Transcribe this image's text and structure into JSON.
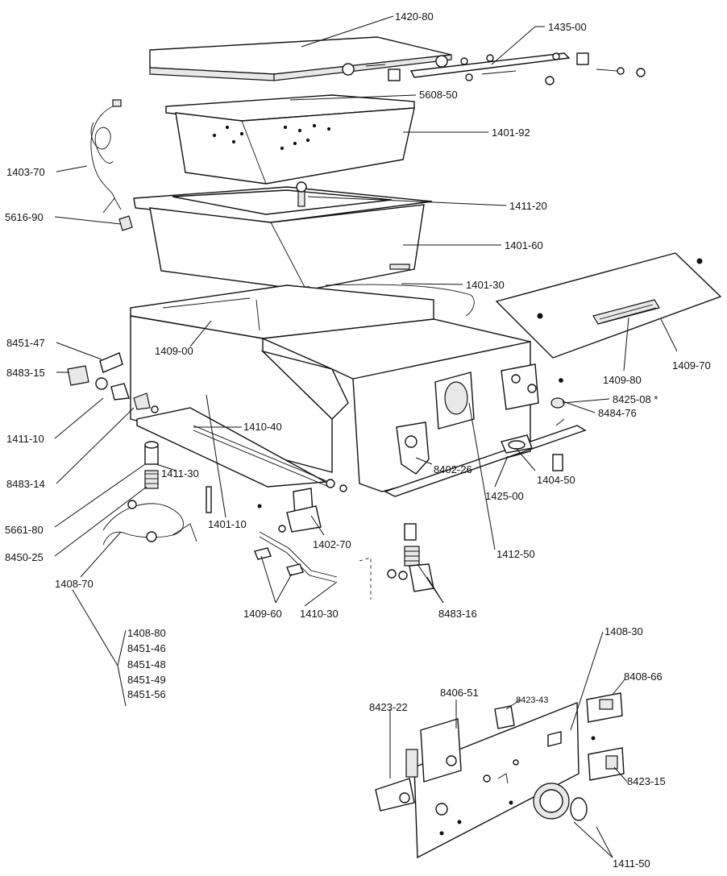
{
  "labels": {
    "l_1420_80": "1420-80",
    "l_1435_00": "1435-00",
    "l_5608_50": "5608-50",
    "l_1401_92": "1401-92",
    "l_1403_70": "1403-70",
    "l_1411_20": "1411-20",
    "l_5616_90": "5616-90",
    "l_1401_60": "1401-60",
    "l_1401_30": "1401-30",
    "l_8451_47": "8451-47",
    "l_1409_00": "1409-00",
    "l_1409_70": "1409-70",
    "l_1409_80": "1409-80",
    "l_8483_15": "8483-15",
    "l_8425_08": "8425-08 *",
    "l_8484_76": "8484-76",
    "l_1410_40": "1410-40",
    "l_1411_10": "1411-10",
    "l_1404_50": "1404-50",
    "l_8402_26": "8402-26",
    "l_1425_00": "1425-00",
    "l_1411_30": "1411-30",
    "l_8483_14": "8483-14",
    "l_1401_10": "1401-10",
    "l_5661_80": "5661-80",
    "l_1402_70": "1402-70",
    "l_1412_50": "1412-50",
    "l_8450_25": "8450-25",
    "l_1408_70": "1408-70",
    "l_1409_60": "1409-60",
    "l_1410_30": "1410-30",
    "l_8483_16": "8483-16",
    "l_1408_80": "1408-80",
    "l_8451_46": "8451-46",
    "l_8451_48": "8451-48",
    "l_8451_49": "8451-49",
    "l_8451_56": "8451-56",
    "l_1408_30": "1408-30",
    "l_8406_51": "8406-51",
    "l_8423_43": "8423-43",
    "l_8408_66": "8408-66",
    "l_8423_22": "8423-22",
    "l_8423_15": "8423-15",
    "l_1411_50": "1411-50"
  }
}
